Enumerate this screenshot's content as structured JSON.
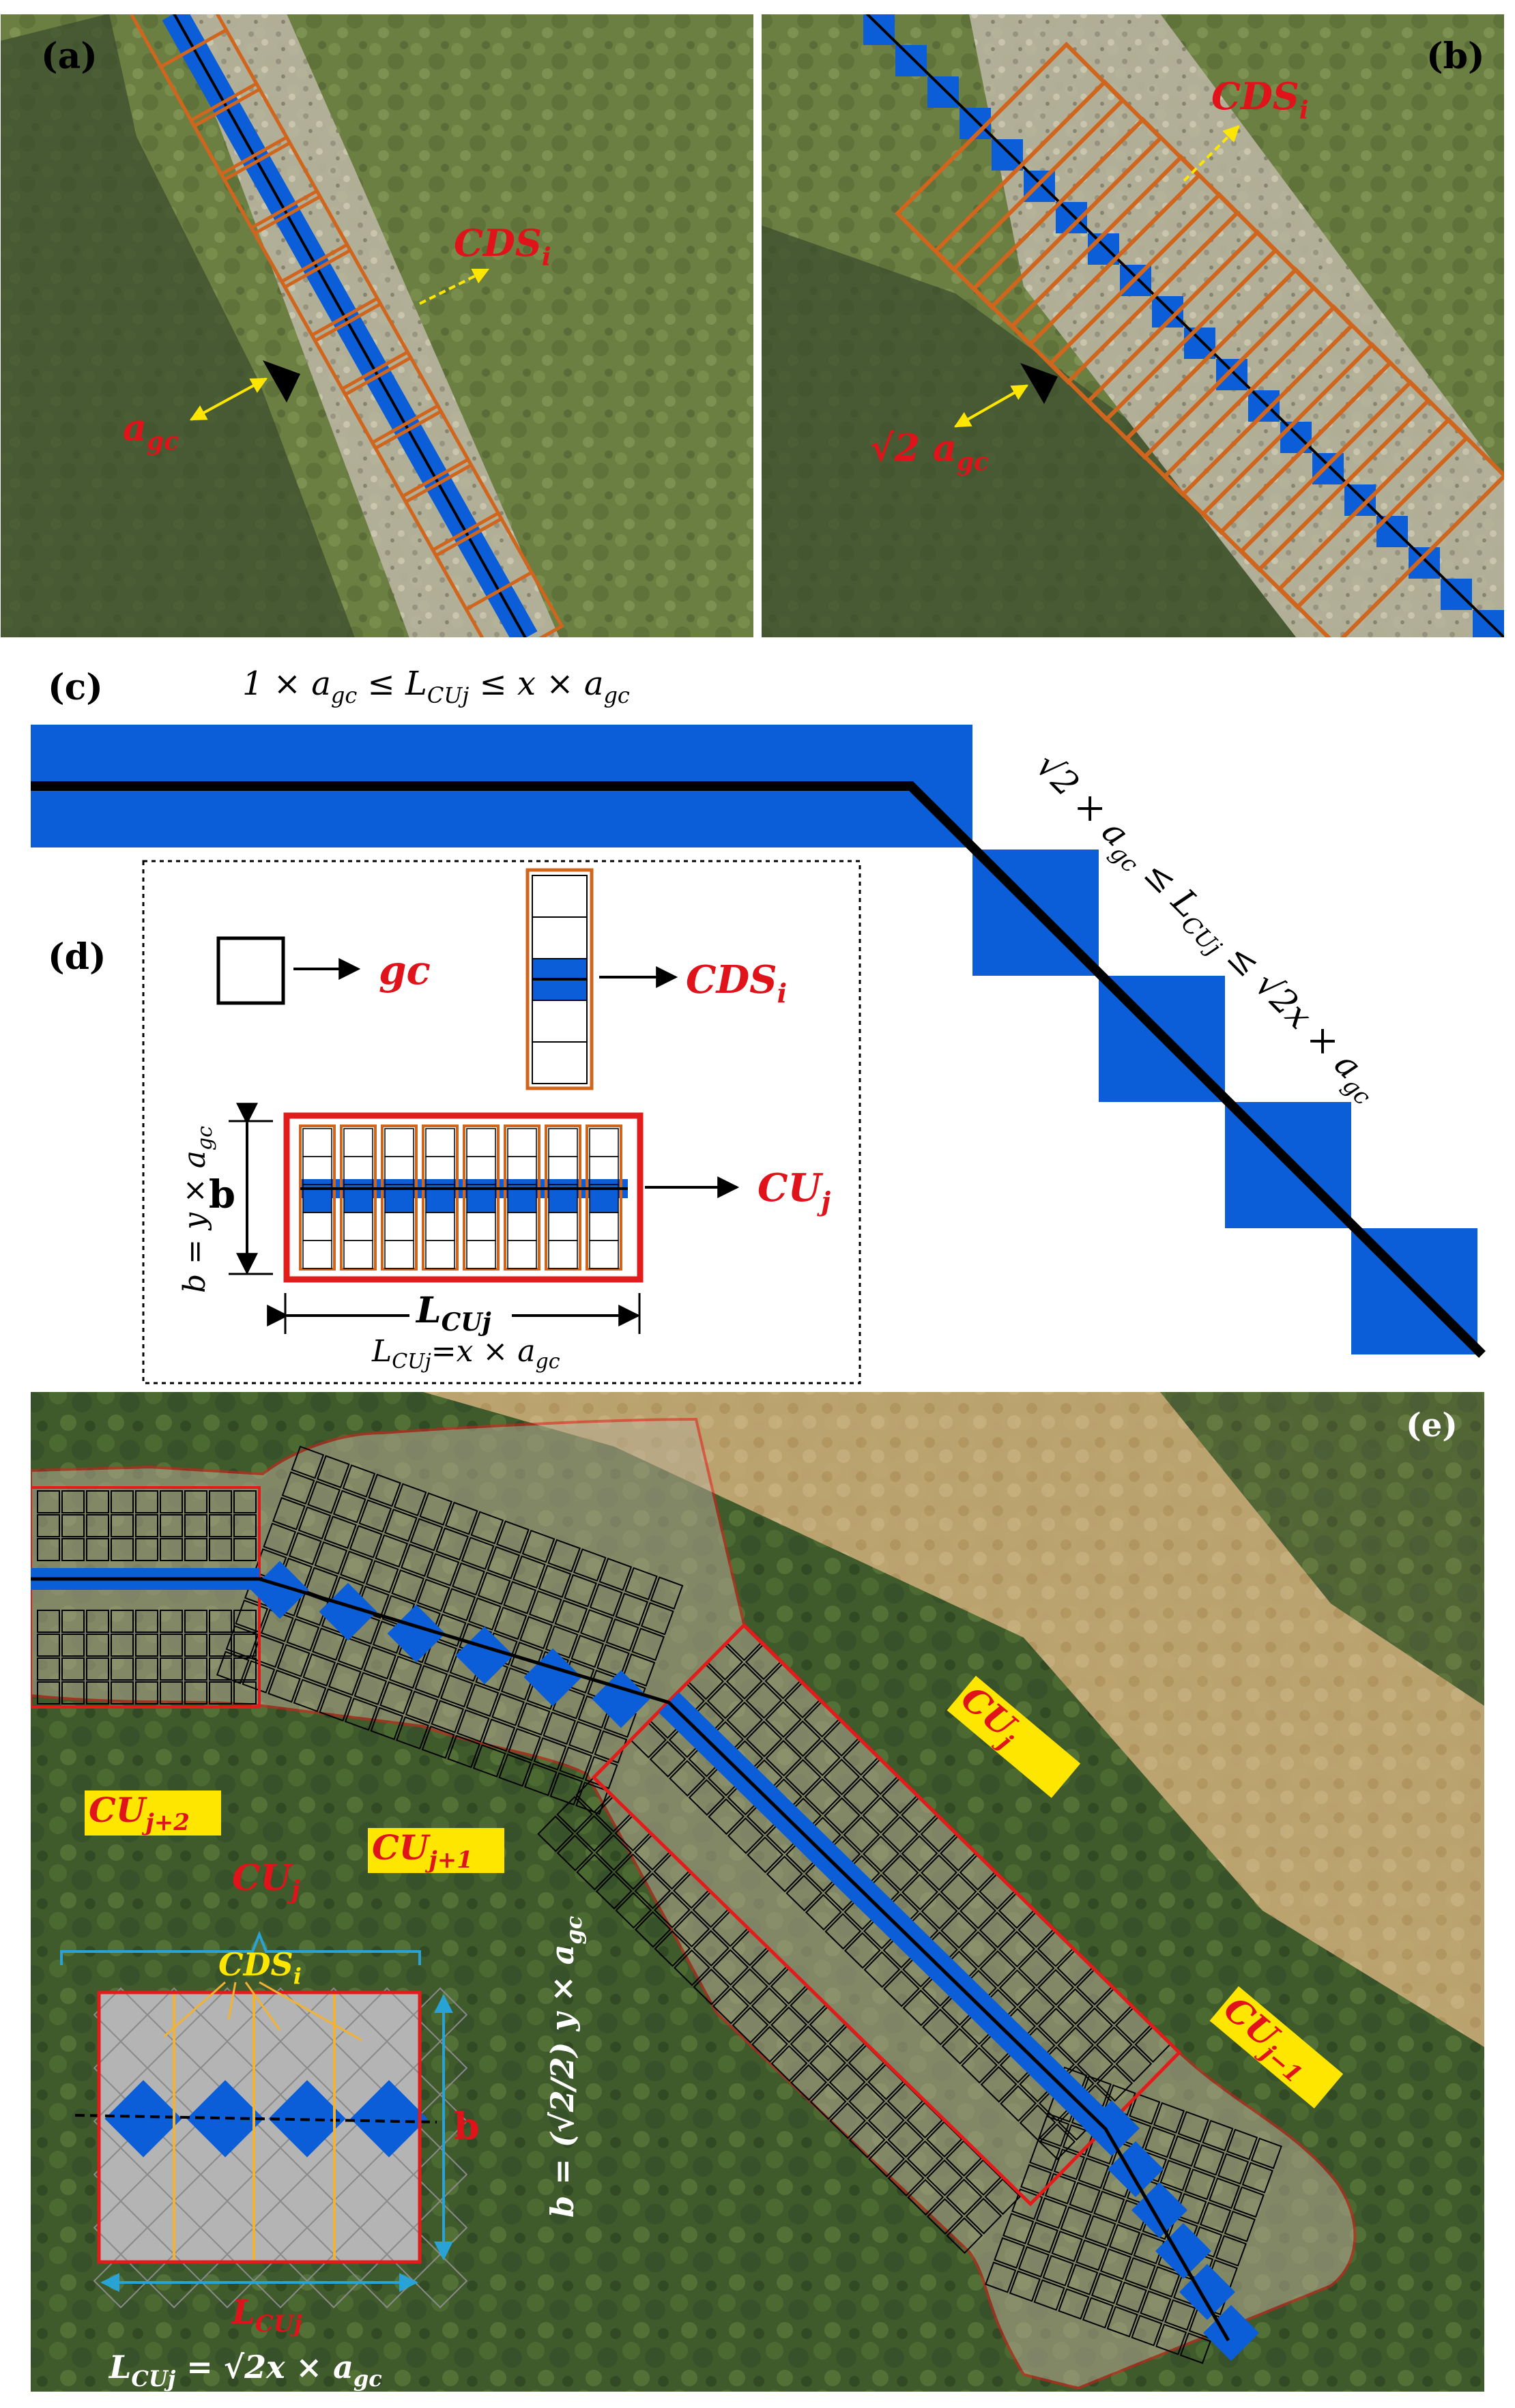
{
  "colors": {
    "channel_blue": "#0b5ed7",
    "cds_orange": "#d0651e",
    "cu_red": "#e21b1b",
    "label_red": "#e0121a",
    "label_yellow": "#ffe600",
    "cyan": "#29a3d6",
    "gray_cell": "#b4b4b4",
    "yellow_arrow": "#ffe600"
  },
  "panels": {
    "a": {
      "tag": "(a)",
      "label_cds": "CDS",
      "label_cds_sub": "i",
      "label_agc": "a",
      "label_agc_sub": "gc"
    },
    "b": {
      "tag": "(b)",
      "label_cds": "CDS",
      "label_cds_sub": "i",
      "label_sqrt2": "√2 a",
      "label_sqrt2_sub": "gc"
    },
    "c": {
      "tag": "(c)",
      "formula_top": "1 × a",
      "formula_top_sub1": "gc",
      "formula_top_mid": " ≤ L",
      "formula_top_sub2": "CUj",
      "formula_top_end": " ≤ x × a",
      "formula_top_sub3": "gc",
      "formula_diag": "√2 × a",
      "formula_diag_sub1": "gc",
      "formula_diag_mid": " ≤ L",
      "formula_diag_sub2": "CUj",
      "formula_diag_end": " ≤ √2x × a",
      "formula_diag_sub3": "gc"
    },
    "d": {
      "tag": "(d)",
      "legend_gc": "gc",
      "legend_cds": "CDS",
      "legend_cds_sub": "i",
      "legend_cu": "CU",
      "legend_cu_sub": "j",
      "b_label": "b",
      "b_formula": "b = y × a",
      "b_formula_sub": "gc",
      "l_label": "L",
      "l_label_sub": "CUj",
      "l_formula": "L",
      "l_formula_sub": "CUj",
      "l_formula_end": "=x × a",
      "l_formula_sub2": "gc"
    },
    "e": {
      "tag": "(e)",
      "cu_labels": [
        {
          "text": "CU",
          "sub": "j+2"
        },
        {
          "text": "CU",
          "sub": "j+1"
        },
        {
          "text": "CU",
          "sub": "j"
        },
        {
          "text": "CU",
          "sub": "j−1"
        }
      ],
      "inset_cu": "CU",
      "inset_cu_sub": "j",
      "inset_cds": "CDS",
      "inset_cds_sub": "i",
      "inset_b": "b",
      "inset_l": "L",
      "inset_l_sub": "CUj",
      "inset_l_formula": "L",
      "inset_l_formula_sub": "CUj",
      "inset_l_formula_end": " = √2x × a",
      "inset_l_formula_sub2": "gc",
      "inset_b_formula": "b = (√2/2) y × a",
      "inset_b_formula_sub": "gc"
    }
  }
}
